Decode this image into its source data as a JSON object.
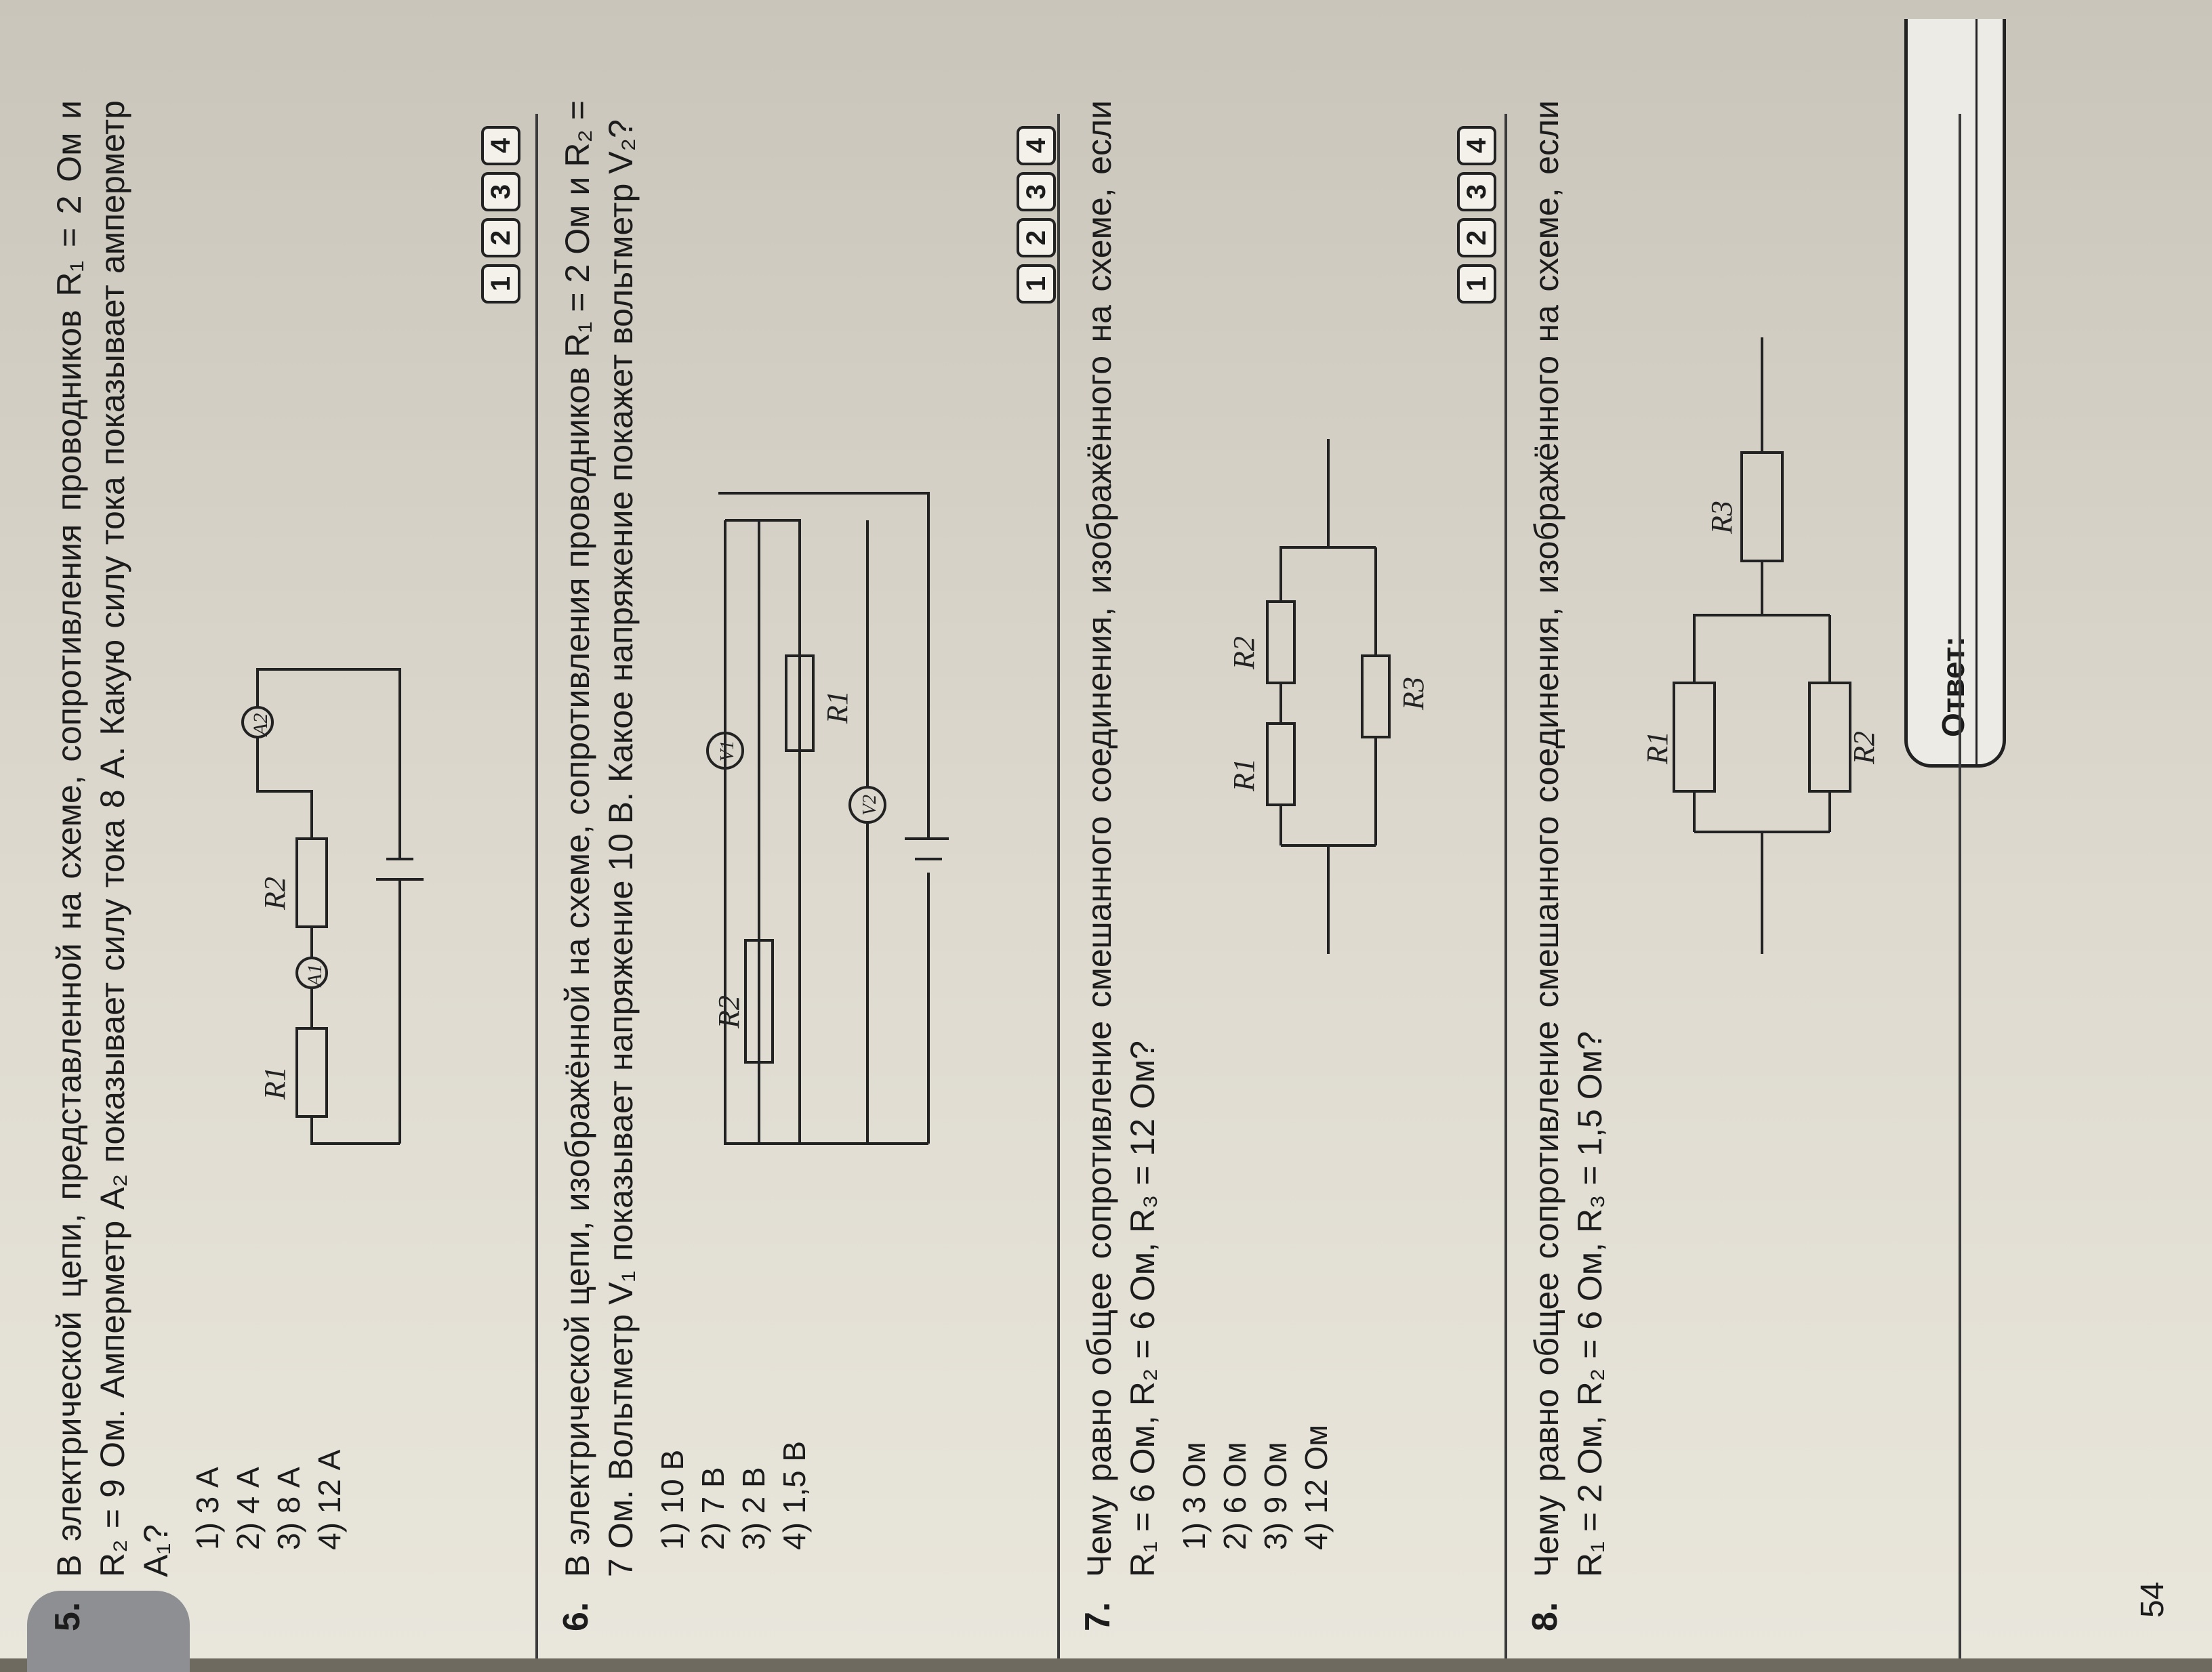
{
  "page_number": "54",
  "questions": [
    {
      "number": "5.",
      "text": "В электрической цепи, представленной на схеме, сопротивления проводников R₁ = 2 Ом и R₂ = 9 Ом. Амперметр A₂ показывает силу тока 8 А. Какую силу тока показывает амперметр A₁?",
      "answers": [
        "1) 3 А",
        "2) 4 А",
        "3) 8 А",
        "4) 12 А"
      ],
      "labels": {
        "r1": "R1",
        "r2": "R2",
        "a1": "A1",
        "a2": "A2"
      }
    },
    {
      "number": "6.",
      "text": "В электрической цепи, изображённой на схеме, сопротивления проводников R₁ = 2 Ом и R₂ = 7 Ом. Вольтметр V₁ показывает напряжение 10 В. Какое напряжение покажет вольтметр V₂?",
      "answers": [
        "1) 10 В",
        "2) 7 В",
        "3) 2 В",
        "4) 1,5 В"
      ],
      "labels": {
        "r1": "R1",
        "r2": "R2",
        "v1": "V1",
        "v2": "V2"
      }
    },
    {
      "number": "7.",
      "text": "Чему равно общее сопротивление смешанного соединения, изображённого на схеме, если R₁ = 6 Ом, R₂ = 6 Ом, R₃ = 12 Ом?",
      "answers": [
        "1) 3 Ом",
        "2) 6 Ом",
        "3) 9 Ом",
        "4) 12 Ом"
      ],
      "labels": {
        "r1": "R1",
        "r2": "R2",
        "r3": "R3"
      }
    },
    {
      "number": "8.",
      "text": "Чему равно общее сопротивление смешанного соединения, изображённого на схеме, если R₁ = 2 Ом, R₂ = 6 Ом, R₃ = 1,5 Ом?",
      "answers": [],
      "labels": {
        "r1": "R1",
        "r2": "R2",
        "r3": "R3"
      },
      "answer_label": "Ответ:"
    }
  ],
  "choice_boxes": [
    "1",
    "2",
    "3",
    "4"
  ],
  "colors": {
    "paper": "#e6e3d9",
    "ink": "#1c1c1c",
    "background": "#6e6a60"
  }
}
